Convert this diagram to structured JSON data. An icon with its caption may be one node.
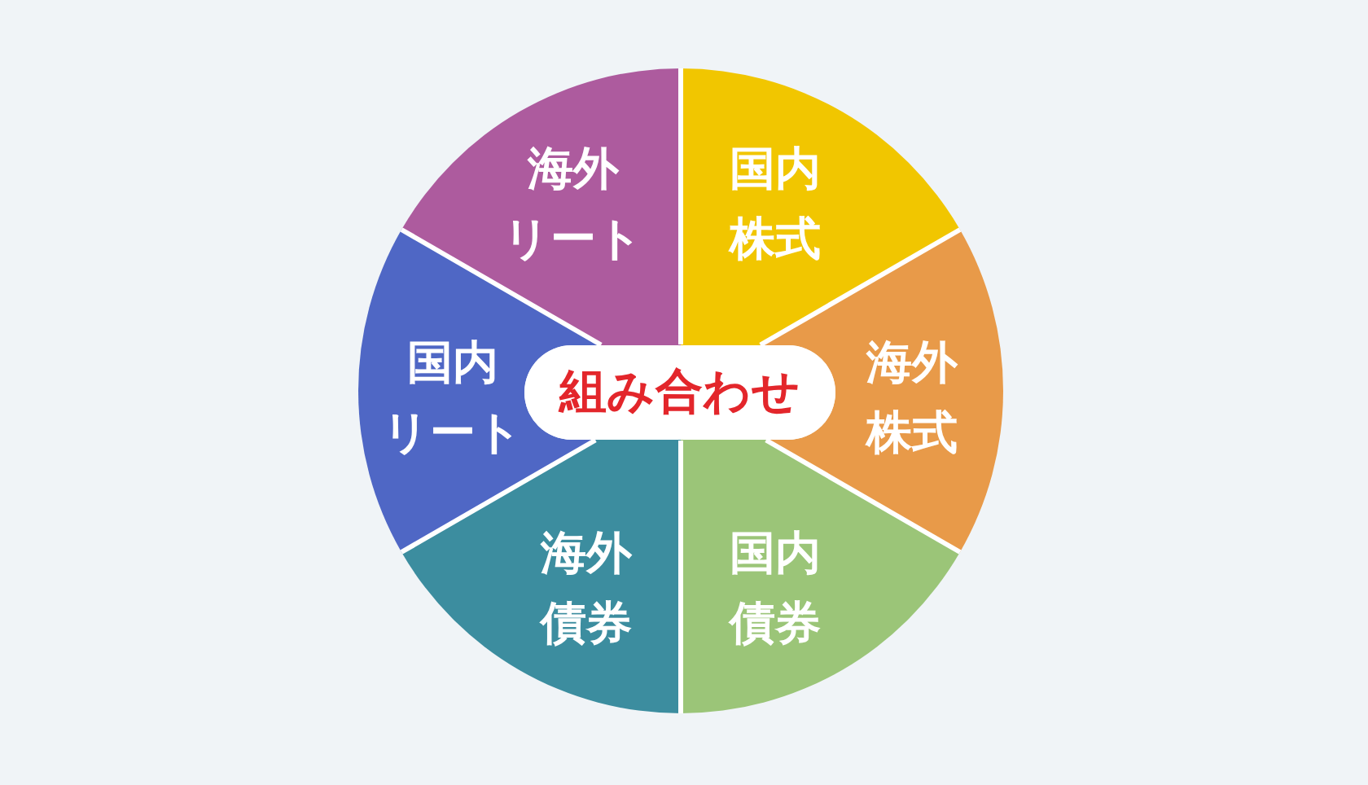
{
  "diagram": {
    "nodes": [
      {
        "text": [
          "組み合わせ"
        ]
      },
      {
        "text": [
          "国内株式"
        ]
      },
      {
        "text": [
          "海外株式"
        ]
      },
      {
        "text": [
          "国内債券"
        ]
      },
      {
        "text": [
          "海外債券"
        ]
      },
      {
        "text": [
          "国内リート"
        ]
      },
      {
        "text": [
          "海外リート"
        ]
      }
    ]
  }
}
